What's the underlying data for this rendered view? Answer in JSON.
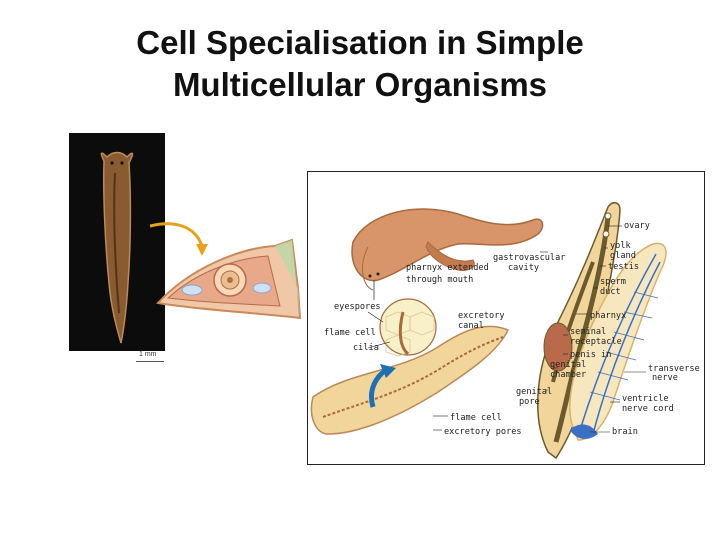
{
  "slide": {
    "title_line1": "Cell Specialisation in  Simple",
    "title_line2": "Multicellular Organisms"
  },
  "photo": {
    "scale_label": "1 mm"
  },
  "diagram": {
    "labels": {
      "ovary": "ovary",
      "yolk": "yolk",
      "gland": "gland",
      "testis": "testis",
      "sperm": "sperm",
      "duct": "duct",
      "gastrovascular": "gastrovascular",
      "cavity": "cavity",
      "pharnyx_extended": "pharnyx extended",
      "through_mouth": "through mouth",
      "eyespores": "eyespores",
      "excretory": "excretory",
      "canal": "canal",
      "flame_cell": "flame cell",
      "cilia": "cilia",
      "pharnyx": "pharnyx",
      "seminal": "seminal",
      "receptacle": "receptacle",
      "penis_in": "penis in",
      "genital": "genital",
      "chamber": "chamber",
      "genital2": "genital",
      "pore": "pore",
      "transverse": "transverse",
      "nerve": "nerve",
      "ventricle": "ventricle",
      "nerve_cord": "nerve cord",
      "brain": "brain",
      "flame_cell_bottom": "flame cell",
      "excretory_pores": "excretory pores"
    }
  },
  "colors": {
    "worm_tan": "#c98a5a",
    "gut_dark": "#6b5a2e",
    "body_cream": "#f4dfa8",
    "nerve_blue": "#3b6fc4",
    "arrow_blue": "#1f6fb5",
    "arrow_gold": "#e8a21a"
  }
}
